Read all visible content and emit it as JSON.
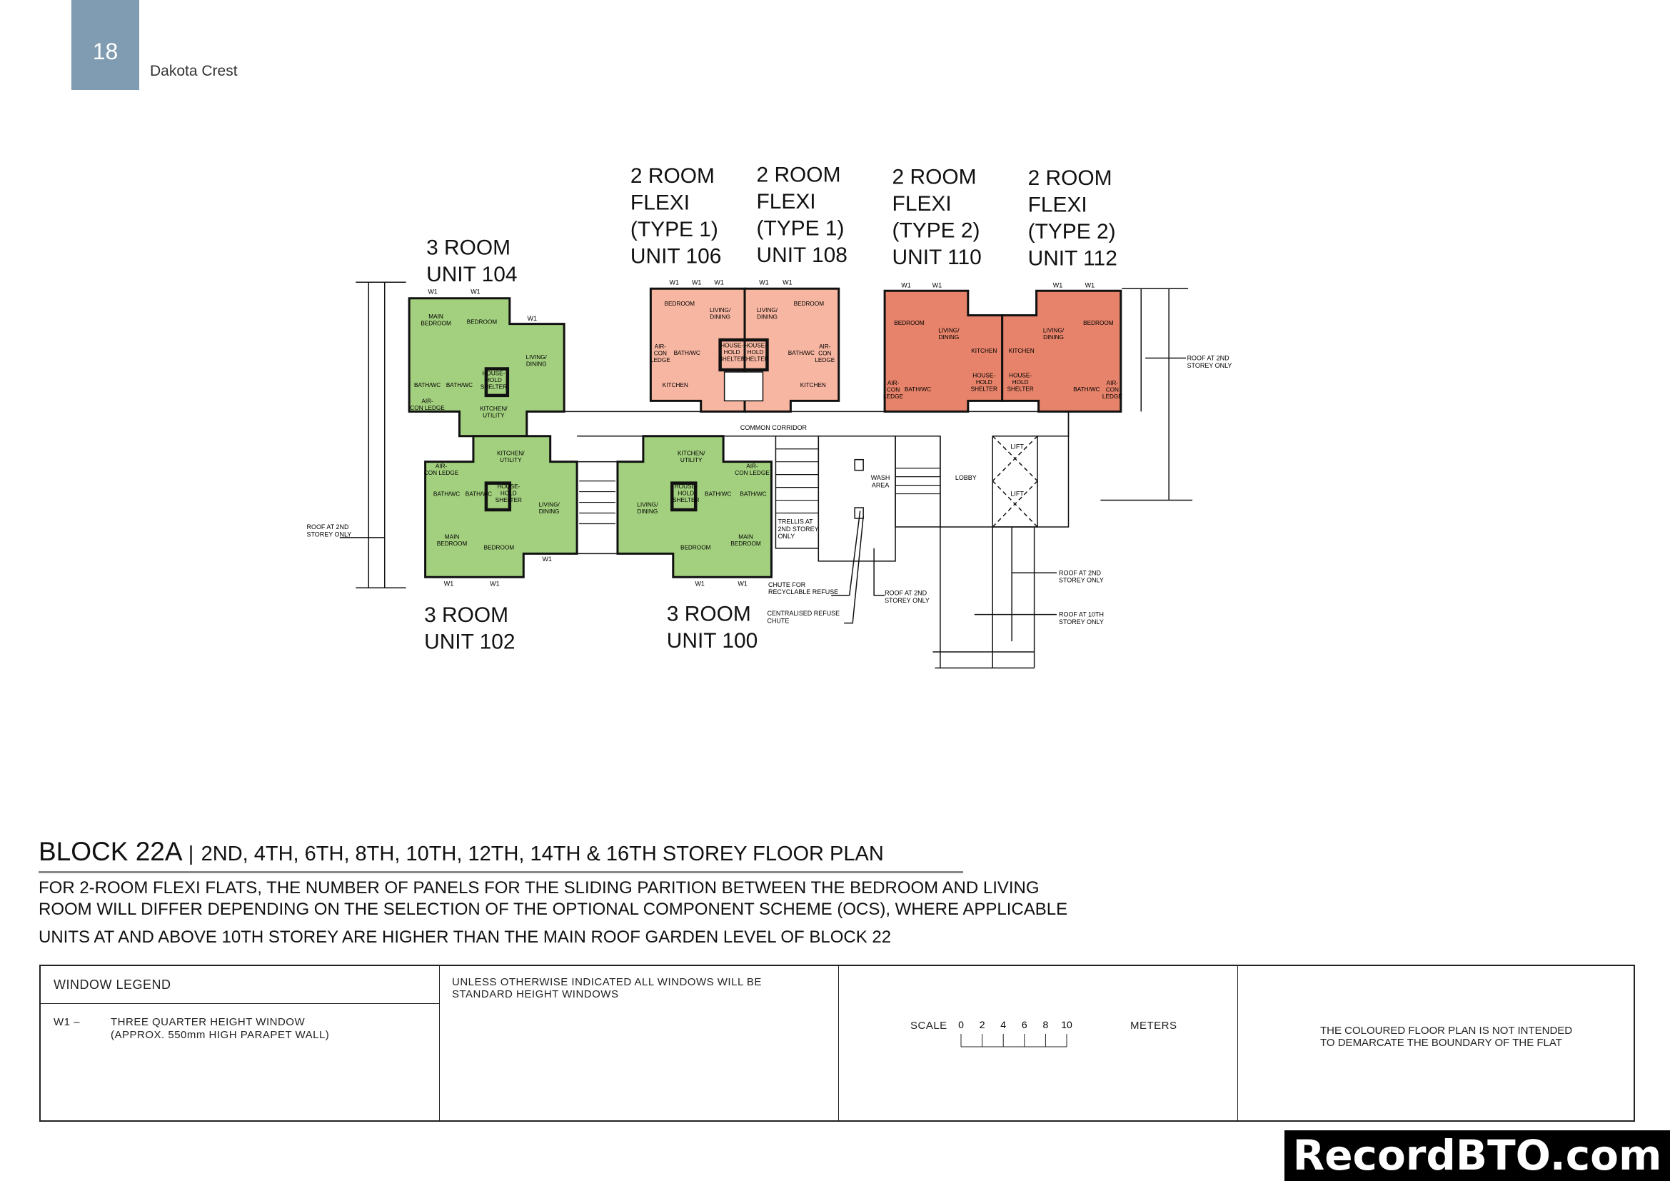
{
  "header": {
    "page_number": "18",
    "project": "Dakota Crest"
  },
  "plan": {
    "colors": {
      "three_room": "#a3d07f",
      "flexi_type1": "#f7b6a1",
      "flexi_type2": "#e6836a"
    },
    "units": [
      {
        "id": "104",
        "lines": [
          "3 ROOM",
          "UNIT 104"
        ],
        "rooms": [
          "MAIN\nBEDROOM",
          "BEDROOM",
          "LIVING/\nDINING",
          "BATH/WC",
          "BATH/WC",
          "HOUSE-\nHOLD\nSHELTER",
          "AIR-\nCON LEDGE",
          "KITCHEN/\nUTILITY"
        ]
      },
      {
        "id": "102",
        "lines": [
          "3 ROOM",
          "UNIT 102"
        ],
        "rooms": [
          "KITCHEN/\nUTILITY",
          "AIR-\nCON LEDGE",
          "BATH/WC",
          "BATH/WC",
          "HOUSE-\nHOLD\nSHELTER",
          "LIVING/\nDINING",
          "MAIN\nBEDROOM",
          "BEDROOM"
        ]
      },
      {
        "id": "100",
        "lines": [
          "3 ROOM",
          "UNIT 100"
        ],
        "rooms": [
          "KITCHEN/\nUTILITY",
          "AIR-\nCON LEDGE",
          "LIVING/\nDINING",
          "HOUSE-\nHOLD\nSHELTER",
          "BATH/WC",
          "BATH/WC",
          "BEDROOM",
          "MAIN\nBEDROOM"
        ]
      },
      {
        "id": "106",
        "lines": [
          "2 ROOM",
          "FLEXI",
          "(TYPE 1)",
          "UNIT 106"
        ],
        "rooms": [
          "BEDROOM",
          "LIVING/\nDINING",
          "AIR-\nCON\nLEDGE",
          "BATH/WC",
          "HOUSE-\nHOLD\nSHELTER",
          "KITCHEN"
        ]
      },
      {
        "id": "108",
        "lines": [
          "2 ROOM",
          "FLEXI",
          "(TYPE 1)",
          "UNIT 108"
        ],
        "rooms": [
          "LIVING/\nDINING",
          "BEDROOM",
          "HOUSE-\nHOLD\nSHELTER",
          "BATH/WC",
          "AIR-\nCON\nLEDGE",
          "KITCHEN"
        ]
      },
      {
        "id": "110",
        "lines": [
          "2 ROOM",
          "FLEXI",
          "(TYPE 2)",
          "UNIT 110"
        ],
        "rooms": [
          "BEDROOM",
          "LIVING/\nDINING",
          "KITCHEN",
          "AIR-\nCON\nLEDGE",
          "BATH/WC",
          "HOUSE-\nHOLD\nSHELTER"
        ]
      },
      {
        "id": "112",
        "lines": [
          "2 ROOM",
          "FLEXI",
          "(TYPE 2)",
          "UNIT 112"
        ],
        "rooms": [
          "KITCHEN",
          "LIVING/\nDINING",
          "BEDROOM",
          "HOUSE-\nHOLD\nSHELTER",
          "BATH/WC",
          "AIR-\nCON\nLEDGE"
        ]
      }
    ],
    "window_tag": "W1",
    "common": [
      "COMMON CORRIDOR",
      "WASH\nAREA",
      "LOBBY",
      "LIFT",
      "LIFT",
      "TRELLIS AT\n2ND STOREY\nONLY",
      "CHUTE FOR\nRECYCLABLE REFUSE",
      "CENTRALISED REFUSE\nCHUTE",
      "ROOF AT 2ND\nSTOREY ONLY",
      "ROOF AT 2ND\nSTOREY ONLY",
      "ROOF AT 2ND\nSTOREY ONLY",
      "ROOF AT 2ND\nSTOREY ONLY",
      "ROOF AT 10TH\nSTOREY ONLY"
    ]
  },
  "title": {
    "block": "BLOCK 22A",
    "separator": "|",
    "storeys": "2ND, 4TH, 6TH, 8TH, 10TH, 12TH, 14TH & 16TH STOREY FLOOR PLAN"
  },
  "notes": [
    "FOR 2-ROOM FLEXI FLATS, THE NUMBER OF PANELS FOR THE SLIDING PARITION BETWEEN THE BEDROOM AND LIVING",
    "ROOM WILL DIFFER DEPENDING ON THE SELECTION OF THE OPTIONAL COMPONENT SCHEME (OCS), WHERE APPLICABLE",
    "UNITS AT AND ABOVE 10TH STOREY ARE HIGHER THAN THE MAIN ROOF GARDEN LEVEL OF BLOCK 22"
  ],
  "legend": {
    "heading": "WINDOW LEGEND",
    "code": "W1 –",
    "desc1": "THREE QUARTER HEIGHT WINDOW",
    "desc2": "(APPROX. 550mm HIGH PARAPET WALL)",
    "standard1": "UNLESS OTHERWISE INDICATED ALL WINDOWS WILL BE",
    "standard2": "STANDARD HEIGHT WINDOWS",
    "scale_label": "SCALE",
    "scale_ticks": [
      "0",
      "2",
      "4",
      "6",
      "8",
      "10"
    ],
    "scale_unit": "METERS",
    "disclaimer1": "THE COLOURED FLOOR PLAN IS NOT INTENDED",
    "disclaimer2": "TO DEMARCATE THE BOUNDARY OF THE FLAT"
  },
  "watermark": "RecordBTO.com"
}
